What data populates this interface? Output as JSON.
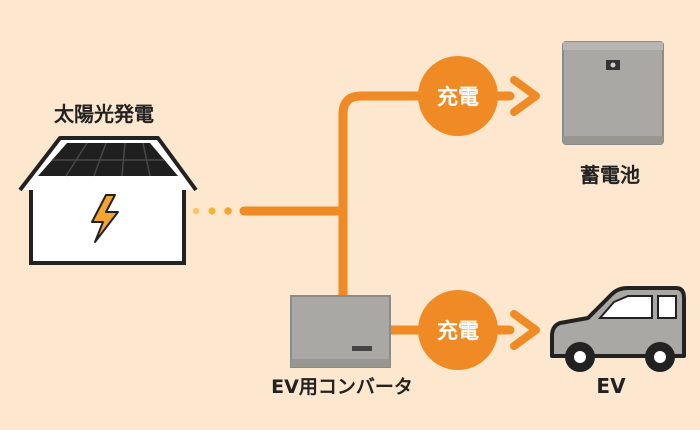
{
  "labels": {
    "solar": "太陽光発電",
    "battery": "蓄電池",
    "converter": "EV用コンバータ",
    "ev": "EV"
  },
  "badges": {
    "top": "充電",
    "bottom": "充電"
  },
  "colors": {
    "background": "#fde8cf",
    "accent": "#f08a24",
    "dots": "#f5b335",
    "device_gray": "#a9a8a4",
    "device_dark": "#8c8b87",
    "outline": "#222222"
  },
  "icons": {
    "solar_house": "house-with-solar-panel-icon",
    "lightning": "lightning-bolt-icon",
    "battery_unit": "home-battery-icon",
    "converter_unit": "ev-converter-icon",
    "car": "car-icon"
  }
}
